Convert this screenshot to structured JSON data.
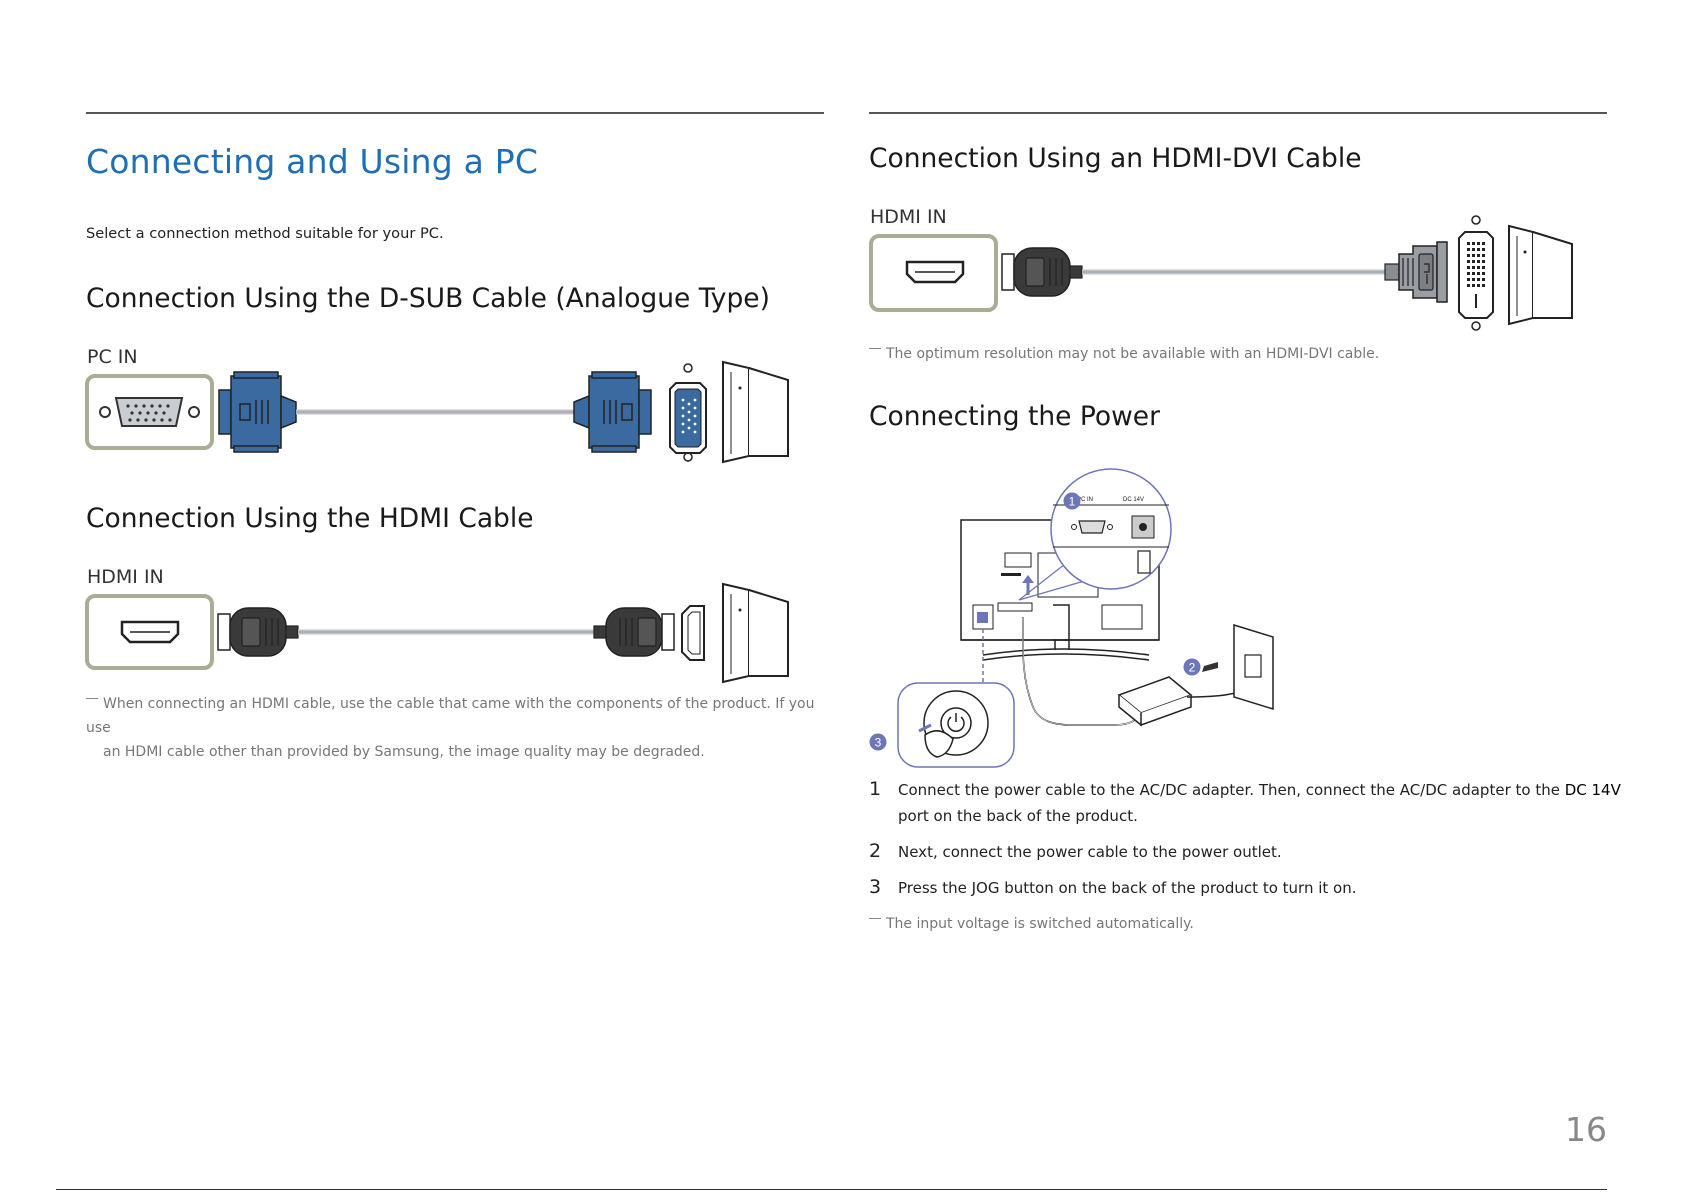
{
  "left": {
    "title": "Connecting and Using a PC",
    "intro": "Select a connection method suitable for your PC.",
    "dsub": {
      "heading": "Connection Using the D-SUB Cable (Analogue Type)",
      "port_label": "PC IN"
    },
    "hdmi": {
      "heading": "Connection Using the HDMI Cable",
      "port_label": "HDMI IN",
      "note_line1": "When connecting an HDMI cable, use the cable that came with the components of the product. If you use",
      "note_line2": "an HDMI cable other than provided by Samsung, the image quality may be degraded."
    }
  },
  "right": {
    "hdmi_dvi": {
      "heading": "Connection Using an HDMI-DVI Cable",
      "port_label": "HDMI IN",
      "note": "The optimum resolution may not be available with an HDMI-DVI cable."
    },
    "power": {
      "heading": "Connecting the Power",
      "diagram": {
        "callouts": [
          "1",
          "2",
          "3"
        ],
        "zoom_labels": [
          "PC IN",
          "DC 14V"
        ]
      },
      "steps": [
        {
          "num": "1",
          "text_a": "Connect the power cable to the AC/DC adapter. Then, connect the AC/DC adapter to the ",
          "bold": "DC 14V",
          "text_b": "port on the back of the product."
        },
        {
          "num": "2",
          "text": "Next, connect the power cable to the power outlet."
        },
        {
          "num": "3",
          "text": "Press the JOG button on the back of the product to turn it on."
        }
      ],
      "note": "The input voltage is switched automatically."
    }
  },
  "page_number": "16",
  "colors": {
    "heading_blue": "#1f6fb5",
    "vga_blue": "#3b6aa0",
    "port_frame": "#a9ad93",
    "callout": "#6c76b8"
  }
}
